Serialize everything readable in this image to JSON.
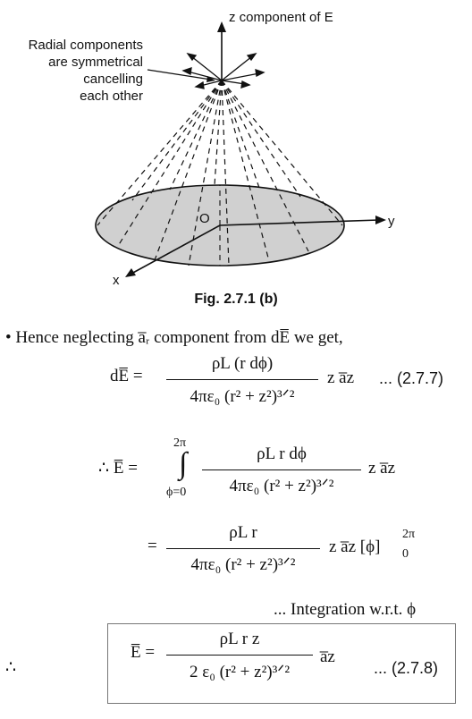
{
  "figure": {
    "z_label": "z component of E",
    "radial_note": [
      "Radial components",
      "are symmetrical",
      "cancelling",
      "each other"
    ],
    "origin_label": "O",
    "x_label": "x",
    "y_label": "y",
    "disc_fill": "#d0d0d0",
    "caption": "Fig. 2.7.1 (b)"
  },
  "text": {
    "lead": "• Hence neglecting a̅ᵣ component from dE̅ we get,",
    "integration_note": "... Integration w.r.t. ϕ",
    "therefore": "∴"
  },
  "equations": {
    "eq1_lhs": "dE̅ =",
    "eq1_num": "ρL (r dϕ)",
    "eq1_den": "4πε₀ (r² + z²)³ᐟ²",
    "eq1_tail": "z a̅z",
    "eq1_ref": "... (2.7.7)",
    "eq2_lhs": "∴  E̅ =",
    "eq2_upper": "2π",
    "eq2_lower": "ϕ=0",
    "eq2_num": "ρL r dϕ",
    "eq2_den": "4πε₀ (r² + z²)³ᐟ²",
    "eq2_tail": "z a̅z",
    "eq3_lhs": "=",
    "eq3_num": "ρL r",
    "eq3_den": "4πε₀ (r² + z²)³ᐟ²",
    "eq3_tail": "z a̅z [ϕ]",
    "eq3_upper": "2π",
    "eq3_lower": "0",
    "eq4_lhs": "E̅ =",
    "eq4_num": "ρL r z",
    "eq4_den": "2 ε₀ (r² + z²)³ᐟ²",
    "eq4_tail": "a̅z",
    "eq4_ref": "... (2.7.8)"
  }
}
